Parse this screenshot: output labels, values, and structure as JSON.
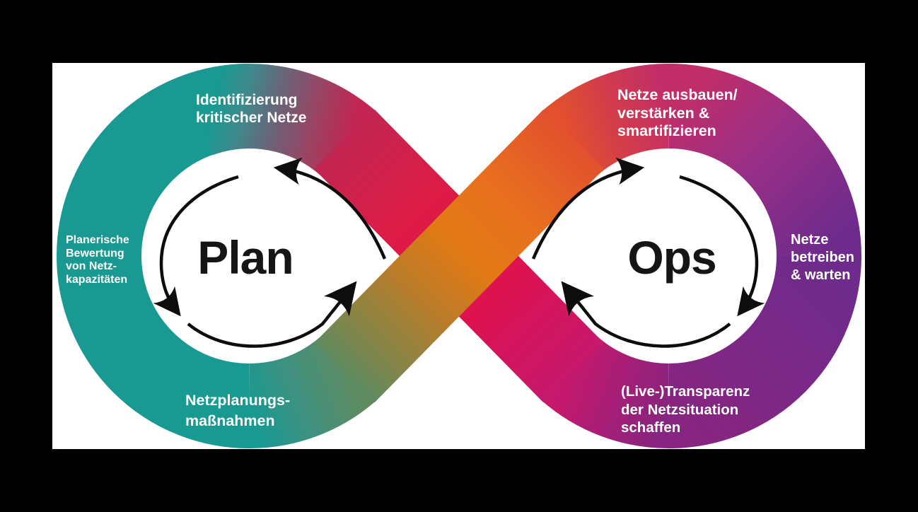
{
  "diagram": {
    "left_loop": {
      "title": "Plan",
      "labels": {
        "top": {
          "lines": [
            "Identifizierung",
            "kritischer Netze"
          ]
        },
        "left": {
          "lines": [
            "Planerische",
            "Bewertung",
            "von Netz-",
            "kapazitäten"
          ]
        },
        "bottom": {
          "lines": [
            "Netzplanungs-",
            "maßnahmen"
          ]
        }
      }
    },
    "right_loop": {
      "title": "Ops",
      "labels": {
        "top": {
          "lines": [
            "Netze ausbauen/",
            "verstärken &",
            "smartifizieren"
          ]
        },
        "right": {
          "lines": [
            "Netze",
            "betreiben",
            "& warten"
          ]
        },
        "bottom": {
          "lines": [
            "(Live-)Transparenz",
            "der Netzsituation",
            "schaffen"
          ]
        }
      }
    },
    "colors": {
      "background": "#000000",
      "panel": "#FFFFFF",
      "teal": "#189992",
      "slate": "#6A6378",
      "rose": "#C22551",
      "crimson": "#DD1B45",
      "magenta": "#C6186C",
      "purple": "#6E2B8C",
      "olive": "#8A8444",
      "orange": "#E8771B",
      "orange_red": "#E2512D",
      "arrow": "#0D0D0D",
      "label_text": "#FFFFFF",
      "title_text": "#151515"
    }
  }
}
